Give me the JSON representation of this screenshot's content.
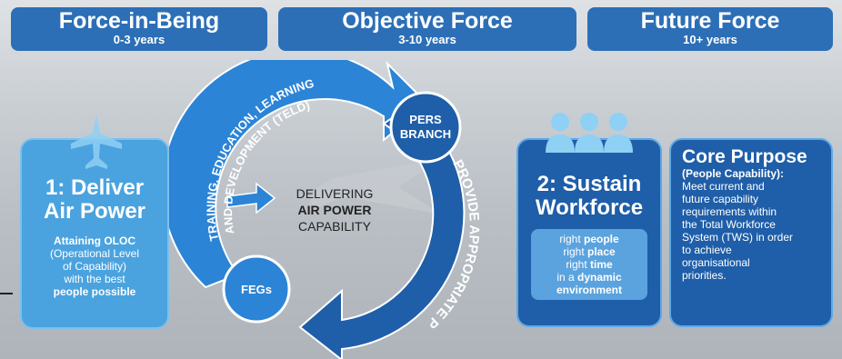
{
  "headers": [
    {
      "title": "Force-in-Being",
      "subtitle": "0-3 years"
    },
    {
      "title": "Objective Force",
      "subtitle": "3-10 years"
    },
    {
      "title": "Future Force",
      "subtitle": "10+ years"
    }
  ],
  "deliver": {
    "title_line1": "1: Deliver",
    "title_line2": "Air Power",
    "body": [
      "Attaining OLOC",
      "(Operational Level",
      "of Capability)",
      "with the best",
      "people possible"
    ]
  },
  "cycle": {
    "arc_top_label_line1": "TRAINING, EDUCATION, LEARNING",
    "arc_top_label_line2": "AND DEVELOPMENT (TELD)",
    "arc_right_label": "PROVIDE APPROPRIATE PEOPLE",
    "pers_line1": "PERS",
    "pers_line2": "BRANCH",
    "fegs": "FEGs",
    "center_line1": "DELIVERING",
    "center_line2": "AIR POWER",
    "center_line3": "CAPABILITY"
  },
  "sustain": {
    "title_line1": "2: Sustain",
    "title_line2": "Workforce",
    "items": [
      {
        "a": "right ",
        "b": "people"
      },
      {
        "a": "right ",
        "b": "place"
      },
      {
        "a": "right ",
        "b": "time"
      },
      {
        "a": "in a ",
        "b": "dynamic"
      },
      {
        "a": "",
        "b": "environment"
      }
    ]
  },
  "core": {
    "title": "Core Purpose",
    "subtitle": "(People Capability):",
    "body": [
      "Meet current and",
      "future capability",
      "requirements within",
      "the Total Workforce",
      "System (TWS) in order",
      "to achieve",
      "organisational",
      "priorities."
    ]
  },
  "colors": {
    "dark_blue": "#1f5ea8",
    "mid_blue": "#2c6fb7",
    "light_blue": "#4aa3df",
    "arrow_blue": "#2b84d6"
  }
}
